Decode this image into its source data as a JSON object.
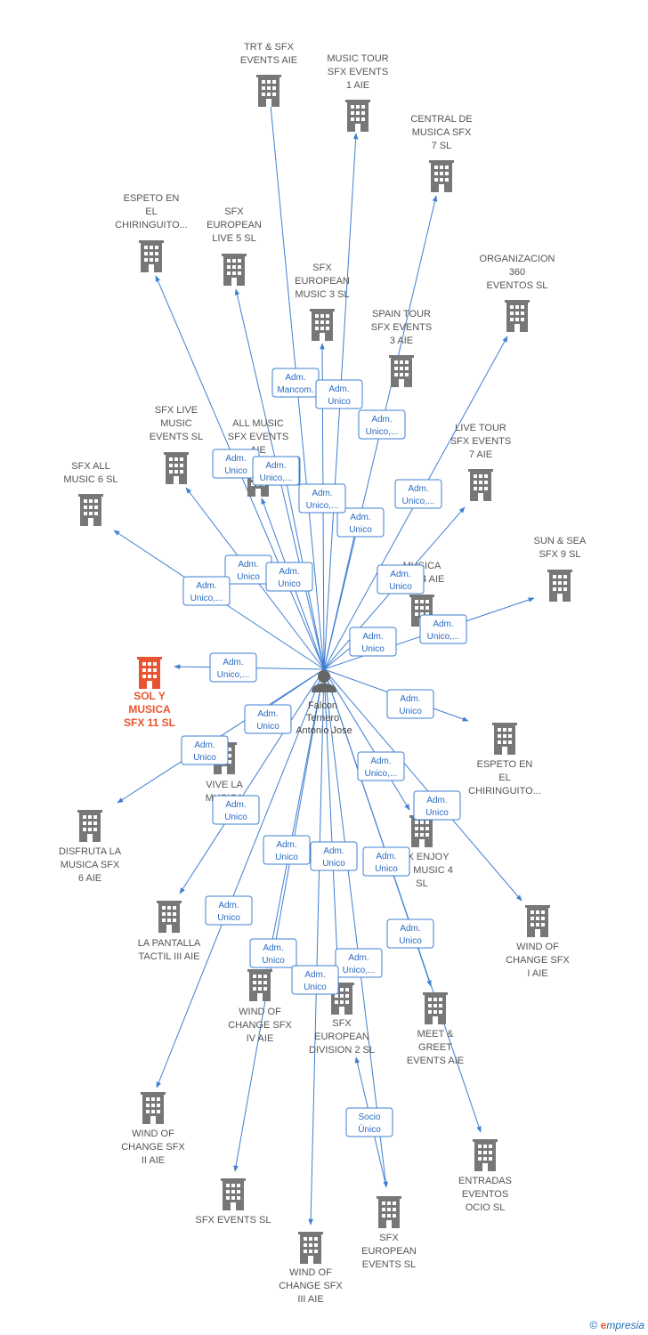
{
  "person": {
    "name_lines": [
      "Falcon",
      "Ternero",
      "Antonio Jose"
    ]
  },
  "companies": [
    {
      "id": "trt",
      "lines": [
        "TRT & SFX",
        "EVENTS AIE"
      ],
      "focus": false
    },
    {
      "id": "musictour1",
      "lines": [
        "MUSIC TOUR",
        "SFX EVENTS",
        "1  AIE"
      ],
      "focus": false
    },
    {
      "id": "central7",
      "lines": [
        "CENTRAL DE",
        "MUSICA SFX",
        "7  SL"
      ],
      "focus": false
    },
    {
      "id": "espeto_top",
      "lines": [
        "ESPETO EN",
        "EL",
        "CHIRINGUITO..."
      ],
      "focus": false
    },
    {
      "id": "live5",
      "lines": [
        "SFX",
        "EUROPEAN",
        "LIVE 5  SL"
      ],
      "focus": false
    },
    {
      "id": "music3",
      "lines": [
        "SFX",
        "EUROPEAN",
        "MUSIC 3  SL"
      ],
      "focus": false
    },
    {
      "id": "org360",
      "lines": [
        "ORGANIZACION",
        "360",
        "EVENTOS  SL"
      ],
      "focus": false
    },
    {
      "id": "spaintour3",
      "lines": [
        "SPAIN TOUR",
        "SFX EVENTS",
        "3  AIE"
      ],
      "focus": false
    },
    {
      "id": "livemusic",
      "lines": [
        "SFX LIVE",
        "MUSIC",
        "EVENTS  SL"
      ],
      "focus": false
    },
    {
      "id": "allmusic",
      "lines": [
        "ALL MUSIC",
        "SFX EVENTS",
        "AIE"
      ],
      "focus": false
    },
    {
      "id": "livetour7",
      "lines": [
        "LIVE TOUR",
        "SFX EVENTS",
        "7  AIE"
      ],
      "focus": false
    },
    {
      "id": "allmusic6",
      "lines": [
        "SFX ALL",
        "MUSIC 6  SL"
      ],
      "focus": false
    },
    {
      "id": "sunsea9",
      "lines": [
        "SUN & SEA",
        "SFX 9  SL"
      ],
      "focus": false
    },
    {
      "id": "musica4",
      "lines": [
        "MUSICA",
        "SFX 4  AIE"
      ],
      "focus": false
    },
    {
      "id": "solymusica",
      "lines": [
        "SOL Y",
        "MUSICA",
        "SFX 11  SL"
      ],
      "focus": true
    },
    {
      "id": "espeto_right",
      "lines": [
        "ESPETO EN",
        "EL",
        "CHIRINGUITO..."
      ],
      "focus": false
    },
    {
      "id": "vivelamusica",
      "lines": [
        "VIVE LA",
        "MUSICA",
        "2"
      ],
      "focus": false
    },
    {
      "id": "disfruta6",
      "lines": [
        "DISFRUTA LA",
        "MUSICA SFX",
        "6  AIE"
      ],
      "focus": false
    },
    {
      "id": "enjoy4",
      "lines": [
        "SFX ENJOY",
        "THE MUSIC 4",
        "SL"
      ],
      "focus": false
    },
    {
      "id": "windI",
      "lines": [
        "WIND OF",
        "CHANGE SFX",
        "I AIE"
      ],
      "focus": false
    },
    {
      "id": "pantalla3",
      "lines": [
        "LA PANTALLA",
        "TACTIL III  AIE"
      ],
      "focus": false
    },
    {
      "id": "windIV",
      "lines": [
        "WIND OF",
        "CHANGE SFX",
        "IV AIE"
      ],
      "focus": false
    },
    {
      "id": "division2",
      "lines": [
        "SFX",
        "EUROPEAN",
        "DIVISION 2  SL"
      ],
      "focus": false
    },
    {
      "id": "meetgreet",
      "lines": [
        "MEET &",
        "GREET",
        "EVENTS AIE"
      ],
      "focus": false
    },
    {
      "id": "windII",
      "lines": [
        "WIND OF",
        "CHANGE SFX",
        "II AIE"
      ],
      "focus": false
    },
    {
      "id": "entradas",
      "lines": [
        "ENTRADAS",
        "EVENTOS",
        "OCIO  SL"
      ],
      "focus": false
    },
    {
      "id": "sfxevents",
      "lines": [
        "SFX EVENTS  SL"
      ],
      "focus": false
    },
    {
      "id": "eurevents",
      "lines": [
        "SFX",
        "EUROPEAN",
        "EVENTS  SL"
      ],
      "focus": false
    },
    {
      "id": "windIII",
      "lines": [
        "WIND OF",
        "CHANGE SFX",
        "III AIE"
      ],
      "focus": false
    }
  ],
  "relations": [
    {
      "lines": [
        "Adm.",
        "Mancom."
      ]
    },
    {
      "lines": [
        "Adm.",
        "Unico"
      ]
    },
    {
      "lines": [
        "Adm.",
        "Unico,..."
      ]
    },
    {
      "lines": [
        "Adm.",
        "Unico"
      ]
    },
    {
      "lines": [
        "Adm.",
        "Unico,..."
      ]
    },
    {
      "lines": [
        "Adm.",
        "Unico,..."
      ]
    },
    {
      "lines": [
        "Adm.",
        "Unico,..."
      ]
    },
    {
      "lines": [
        "Adm.",
        "Unico"
      ]
    },
    {
      "lines": [
        "Adm.",
        "Unico,..."
      ]
    },
    {
      "lines": [
        "Adm.",
        "Unico"
      ]
    },
    {
      "lines": [
        "Adm.",
        "Unico"
      ]
    },
    {
      "lines": [
        "Adm.",
        "Unico,..."
      ]
    },
    {
      "lines": [
        "Adm.",
        "Unico"
      ]
    },
    {
      "lines": [
        "Adm.",
        "Unico,..."
      ]
    },
    {
      "lines": [
        "Adm.",
        "Unico"
      ]
    },
    {
      "lines": [
        "Adm.",
        "Unico,..."
      ]
    },
    {
      "lines": [
        "Adm.",
        "Unico"
      ]
    },
    {
      "lines": [
        "Adm.",
        "Unico"
      ]
    },
    {
      "lines": [
        "Adm.",
        "Unico"
      ]
    },
    {
      "lines": [
        "Adm.",
        "Unico,..."
      ]
    },
    {
      "lines": [
        "Adm.",
        "Unico"
      ]
    },
    {
      "lines": [
        "Adm.",
        "Unico"
      ]
    },
    {
      "lines": [
        "Adm.",
        "Unico"
      ]
    },
    {
      "lines": [
        "Adm.",
        "Unico"
      ]
    },
    {
      "lines": [
        "Adm.",
        "Unico"
      ]
    },
    {
      "lines": [
        "Adm.",
        "Unico"
      ]
    },
    {
      "lines": [
        "Adm.",
        "Unico"
      ]
    },
    {
      "lines": [
        "Adm.",
        "Unico"
      ]
    },
    {
      "lines": [
        "Adm.",
        "Unico,..."
      ]
    },
    {
      "lines": [
        "Adm.",
        "Unico"
      ]
    },
    {
      "lines": [
        "Socio",
        "Único"
      ]
    }
  ],
  "colors": {
    "edge": "#3d7fd1",
    "building": "#777777",
    "focus": "#e8542f",
    "person": "#666666"
  },
  "footer": {
    "copyright": "©",
    "brand_initial": "e",
    "brand_rest": "mpresia"
  }
}
